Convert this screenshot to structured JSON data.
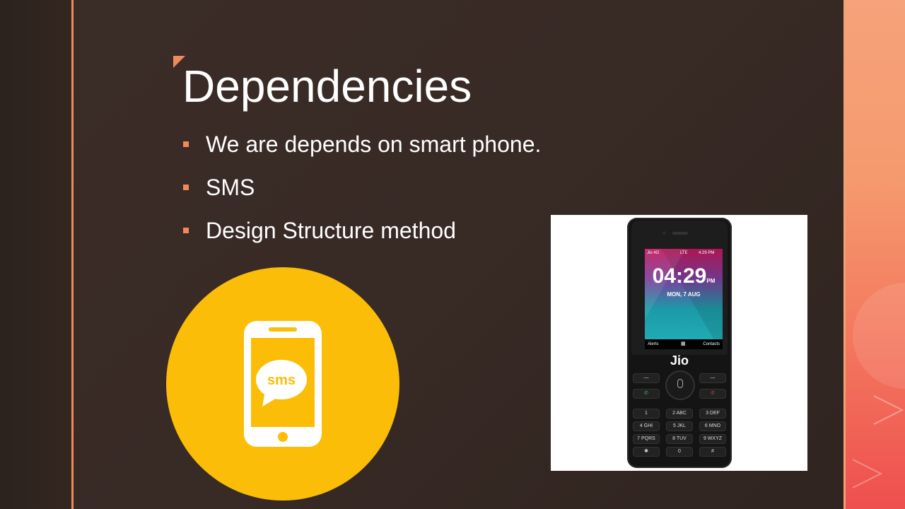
{
  "slide": {
    "title": "Dependencies",
    "bullets": [
      "We are depends on smart phone.",
      "SMS",
      "Design Structure method"
    ]
  },
  "sms_icon": {
    "label": "sms",
    "circle_color": "#FBBD08"
  },
  "phone_image": {
    "status_carrier": "Jio 4G",
    "status_network": "LTE",
    "status_time": "4:29 PM",
    "clock_time": "04:29",
    "clock_ampm": "PM",
    "date": "MON, 7 AUG",
    "softkey_left": "Alerts",
    "softkey_right": "Contacts",
    "brand_logo": "Jio",
    "keys": [
      "1",
      "2 ABC",
      "3 DEF",
      "4 GHI",
      "5 JKL",
      "6 MNO",
      "7 PQRS",
      "8 TUV",
      "9 WXYZ",
      "✱",
      "0",
      "#"
    ]
  },
  "colors": {
    "background": "#3A2B26",
    "accent": "#F08A5C",
    "text": "#FFFFFF"
  }
}
